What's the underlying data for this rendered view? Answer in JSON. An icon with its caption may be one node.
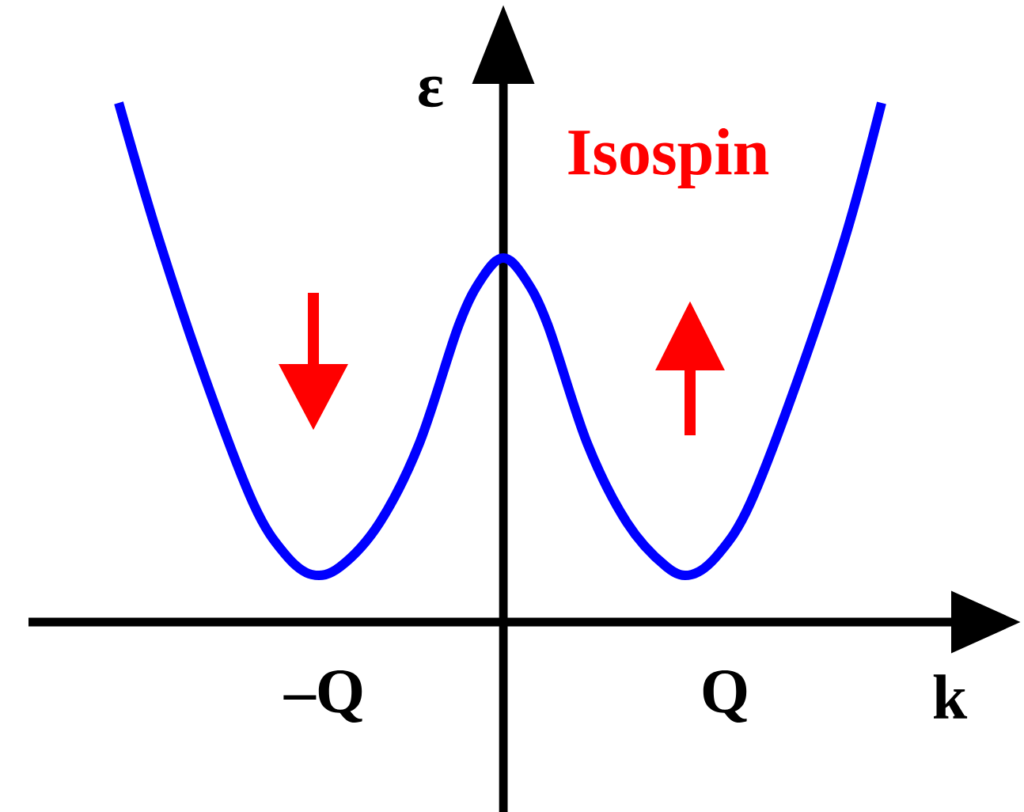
{
  "diagram": {
    "labels": [
      "ε",
      "Isospin",
      "–Q",
      "Q",
      "k"
    ]
  }
}
